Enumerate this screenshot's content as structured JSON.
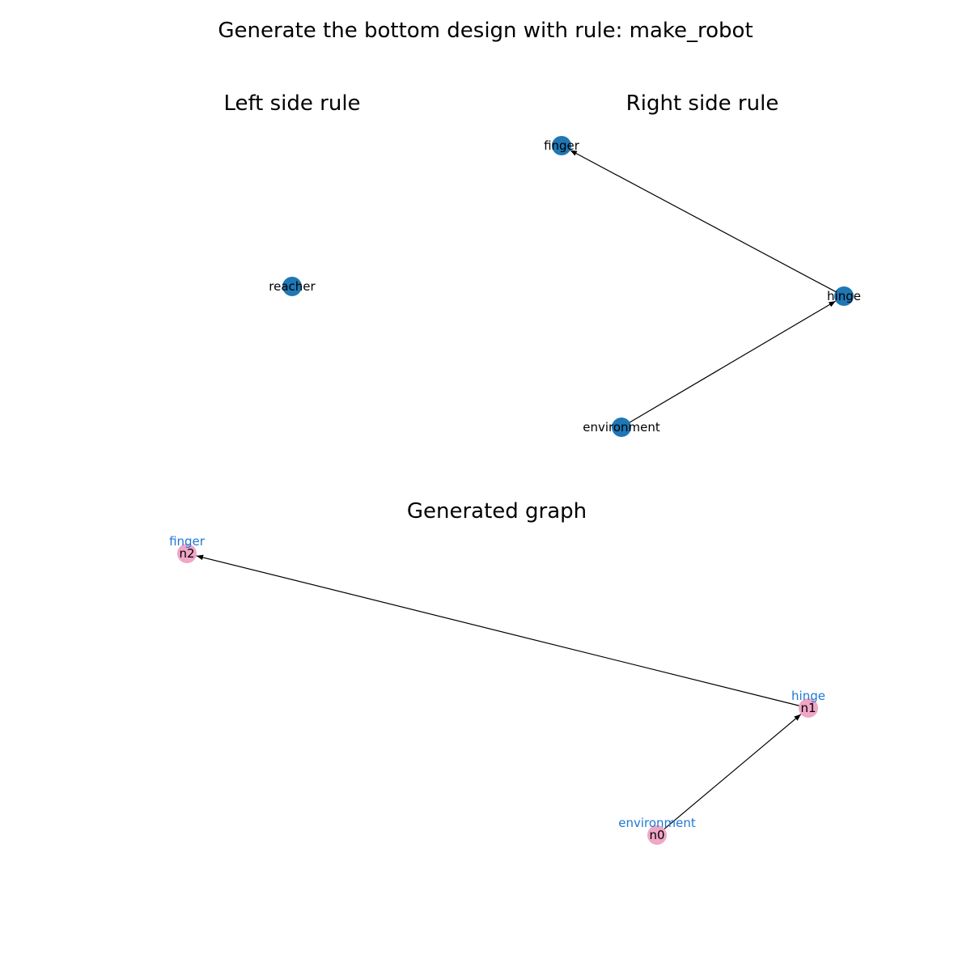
{
  "figure": {
    "title": "Generate the bottom design with rule: make_robot",
    "edge_color": "#000000"
  },
  "left_rule": {
    "title": "Left side rule",
    "node_color": "#1f77b4",
    "nodes": [
      {
        "id": "reacher",
        "label": "reacher"
      }
    ],
    "edges": []
  },
  "right_rule": {
    "title": "Right side rule",
    "node_color": "#1f77b4",
    "nodes": [
      {
        "id": "finger",
        "label": "finger"
      },
      {
        "id": "hinge",
        "label": "hinge"
      },
      {
        "id": "environment",
        "label": "environment"
      }
    ],
    "edges": [
      {
        "from": "hinge",
        "to": "finger"
      },
      {
        "from": "environment",
        "to": "hinge"
      }
    ]
  },
  "generated": {
    "title": "Generated graph",
    "node_color": "#f0a6c6",
    "type_label_color": "#1f77d4",
    "nodes": [
      {
        "id": "n2",
        "label": "n2",
        "type_label": "finger"
      },
      {
        "id": "n1",
        "label": "n1",
        "type_label": "hinge"
      },
      {
        "id": "n0",
        "label": "n0",
        "type_label": "environment"
      }
    ],
    "edges": [
      {
        "from": "n1",
        "to": "n2"
      },
      {
        "from": "n0",
        "to": "n1"
      }
    ]
  }
}
